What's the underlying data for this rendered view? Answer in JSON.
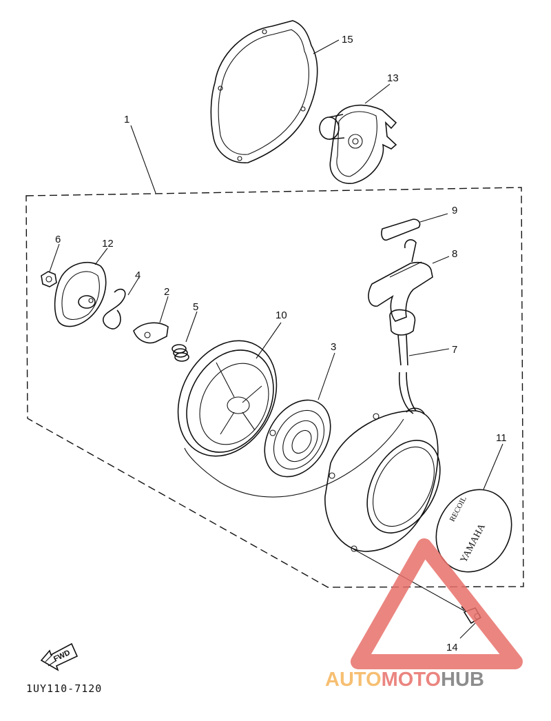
{
  "diagram": {
    "callouts": [
      {
        "id": "1",
        "label": "1"
      },
      {
        "id": "2",
        "label": "2"
      },
      {
        "id": "3",
        "label": "3"
      },
      {
        "id": "4",
        "label": "4"
      },
      {
        "id": "5",
        "label": "5"
      },
      {
        "id": "6",
        "label": "6"
      },
      {
        "id": "7",
        "label": "7"
      },
      {
        "id": "8",
        "label": "8"
      },
      {
        "id": "9",
        "label": "9"
      },
      {
        "id": "10",
        "label": "10"
      },
      {
        "id": "11",
        "label": "11"
      },
      {
        "id": "12",
        "label": "12"
      },
      {
        "id": "13",
        "label": "13"
      },
      {
        "id": "14",
        "label": "14"
      },
      {
        "id": "15",
        "label": "15"
      }
    ],
    "fwd_label": "FWD",
    "diagram_code": "1UY110-7120",
    "emblem_text": "YAMAHA",
    "emblem_sub": "RECOIL"
  },
  "watermark": {
    "part1": "AUTO",
    "part2": "MOTO",
    "part3": "HUB",
    "colors": {
      "orange": "#f5b45a",
      "red": "#e8706a",
      "gray": "#7a7a7a"
    }
  }
}
